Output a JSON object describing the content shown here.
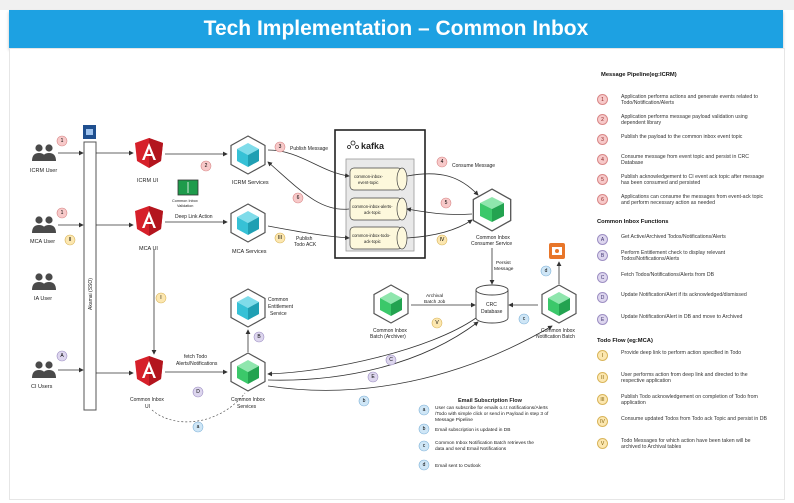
{
  "title": "Tech Implementation – Common Inbox",
  "actors": {
    "icrm_user": "ICRM User",
    "mca_user": "MCA User",
    "ia_user": "IA User",
    "ci_users": "CI Users"
  },
  "gateway_label": "Akamai (SSO)",
  "components": {
    "icrm_ui": "ICRM UI",
    "mca_ui": "MCA UI",
    "ci_ui_line1": "Common Inbox",
    "ci_ui_line2": "UI",
    "icrm_services": "ICRM Services",
    "mca_services": "MCA Services",
    "ci_services_line1": "Common Inbox",
    "ci_services_line2": "Services",
    "entitlement_line1": "Common",
    "entitlement_line2": "Entitlement",
    "entitlement_line3": "Service",
    "validation_book_line1": "Common Inbox",
    "validation_book_line2": "Validation",
    "kafka": "kafka",
    "topic1_line1": "common-inbox-",
    "topic1_line2": "event-topic",
    "topic2_line1": "common-inbox-alerts-",
    "topic2_line2": "ack-topic",
    "topic3_line1": "common-inbox-todo-",
    "topic3_line2": "ack-topic",
    "consumer_line1": "Common Inbox",
    "consumer_line2": "Consumer Service",
    "archival_line1": "Common Inbox",
    "archival_line2": "Batch (Archiver)",
    "crc_line1": "CRC",
    "crc_line2": "Database",
    "notif_batch_line1": "Common Inbox",
    "notif_batch_line2": "Notification Batch"
  },
  "edges": {
    "publish_message": "Publish Message",
    "consume_message": "Consume Message",
    "deep_link_action": "Deep Link Action",
    "publish_todo_ack_line1": "Publish",
    "publish_todo_ack_line2": "Todo ACK",
    "persist_message_line1": "Persist",
    "persist_message_line2": "Message",
    "archival_batch_job_line1": "Archival",
    "archival_batch_job_line2": "Batch Job",
    "fetch_todo_line1": "fetch Todo",
    "fetch_todo_line2": "Alerts/Notifications"
  },
  "email_flow": {
    "title": "Email Subscription Flow",
    "items": [
      {
        "badge": "a",
        "text": "User can subscribe for emails o.r.t notifications/Alerts /Todo with simple click or send in Payload in step 3 of Message Pipeline"
      },
      {
        "badge": "b",
        "text": "Email subscription is updated in DB"
      },
      {
        "badge": "c",
        "text": "Common Inbox Notification Batch retrieves the data and send Email Notifications"
      },
      {
        "badge": "d",
        "text": "Email sent to Outlook"
      }
    ]
  },
  "legend": {
    "pipeline_title": "Message Pipeline(eg:ICRM)",
    "pipeline": [
      {
        "badge": "1",
        "text": "Application performs actions and generate events related to Todo/Notification/Alerts"
      },
      {
        "badge": "2",
        "text": "Application performs message payload validation using dependent library"
      },
      {
        "badge": "3",
        "text": "Publish the payload to the common inbox event topic"
      },
      {
        "badge": "4",
        "text": "Consume message from event topic and persist in CRC Database"
      },
      {
        "badge": "5",
        "text": "Publish acknowledgement to CI event ack topic after message has been consumed and persisted"
      },
      {
        "badge": "6",
        "text": "Applications can consume the messages from event-ack topic and perform necessary action as needed"
      }
    ],
    "functions_title": "Common Inbox Functions",
    "functions": [
      {
        "badge": "A",
        "text": "Get Active/Archived Todos/Notifications/Alerts"
      },
      {
        "badge": "B",
        "text": "Perform Entitlement check to display relevant Todos/Notifications/Alerts"
      },
      {
        "badge": "C",
        "text": "Fetch Todos/Notifications/Alerts from DB"
      },
      {
        "badge": "D",
        "text": "Update Notification/Alert if its acknowledged/dismissed"
      },
      {
        "badge": "E",
        "text": "Update Notification/Alert in DB and move to Archived"
      }
    ],
    "todo_title": "Todo Flow (eg:MCA)",
    "todo": [
      {
        "badge": "I",
        "text": "Provide deep link to perform action specified in Todo"
      },
      {
        "badge": "II",
        "text": "User performs action from deep link and directed to the respective application"
      },
      {
        "badge": "III",
        "text": "Publish Todo acknowledgement on completion of Todo from application"
      },
      {
        "badge": "IV",
        "text": "Consume updated Todos from Todo ack Topic and persist in DB"
      },
      {
        "badge": "V",
        "text": "Todo Messages for which action have been taken will be archived to Archival tables"
      }
    ]
  },
  "colors": {
    "title_bar": "#1da1e2",
    "angular_red": "#d6202a",
    "service_teal": "#36c1d6",
    "service_green": "#3bc86a",
    "kafka_panel": "#e9e9e9",
    "badge_pink": "#f7c9c9",
    "badge_purple": "#ddd6ee",
    "badge_yellow": "#fce7b0",
    "badge_blue": "#cfe6f6"
  },
  "icons": [
    "users-icon",
    "angular-icon",
    "cube-service-icon",
    "book-icon",
    "kafka-logo-icon",
    "database-cylinder-icon",
    "outlook-icon",
    "lock-shield-icon"
  ]
}
